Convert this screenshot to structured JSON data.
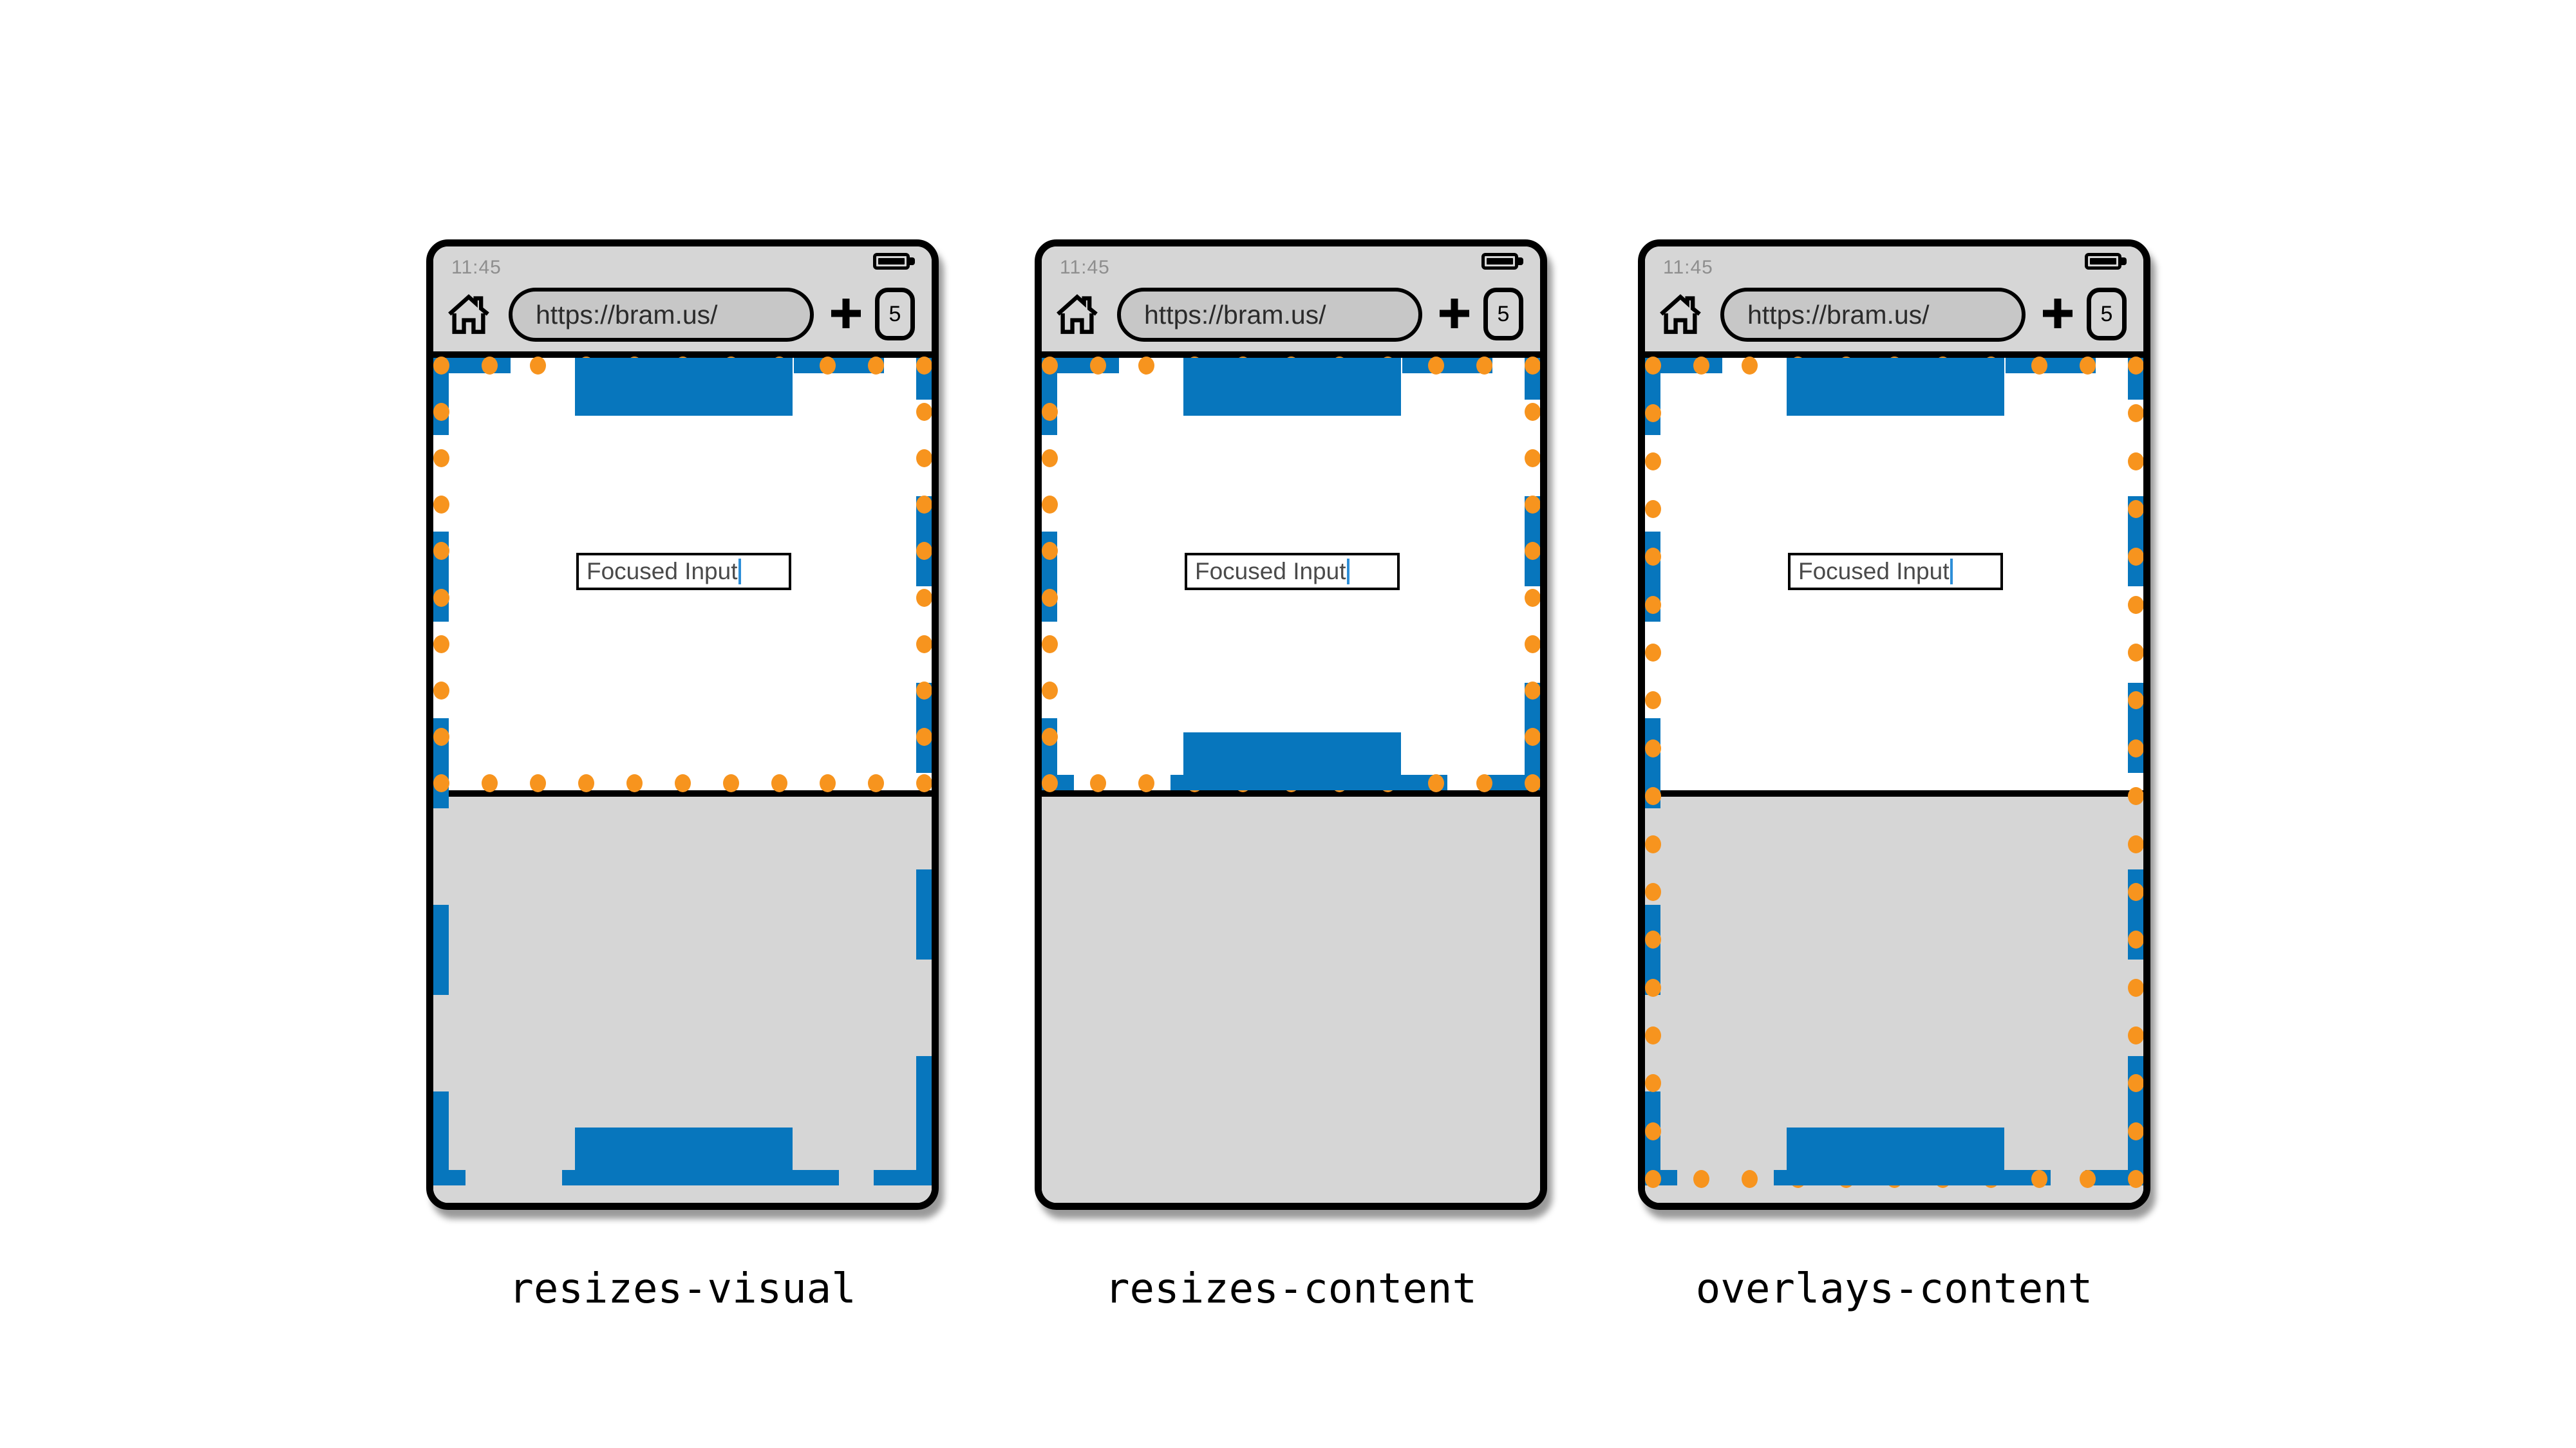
{
  "colors": {
    "layout_viewport_blue": "#0776BD",
    "visual_viewport_orange": "#F7941E",
    "chrome_gray": "#D6D6D6",
    "keyboard_gray": "#D6D6D6",
    "url_pill_gray": "#C7C7C7"
  },
  "icons": {
    "home": "home-icon",
    "new_tab": "plus-icon",
    "battery": "battery-icon",
    "text_caret": "text-caret"
  },
  "phones": [
    {
      "variant": "visual",
      "label": "resizes-visual",
      "status_time": "11:45",
      "url": "https://bram.us/",
      "tab_count": "5",
      "input_value": "Focused Input"
    },
    {
      "variant": "content",
      "label": "resizes-content",
      "status_time": "11:45",
      "url": "https://bram.us/",
      "tab_count": "5",
      "input_value": "Focused Input"
    },
    {
      "variant": "overlay",
      "label": "overlays-content",
      "status_time": "11:45",
      "url": "https://bram.us/",
      "tab_count": "5",
      "input_value": "Focused Input"
    }
  ]
}
